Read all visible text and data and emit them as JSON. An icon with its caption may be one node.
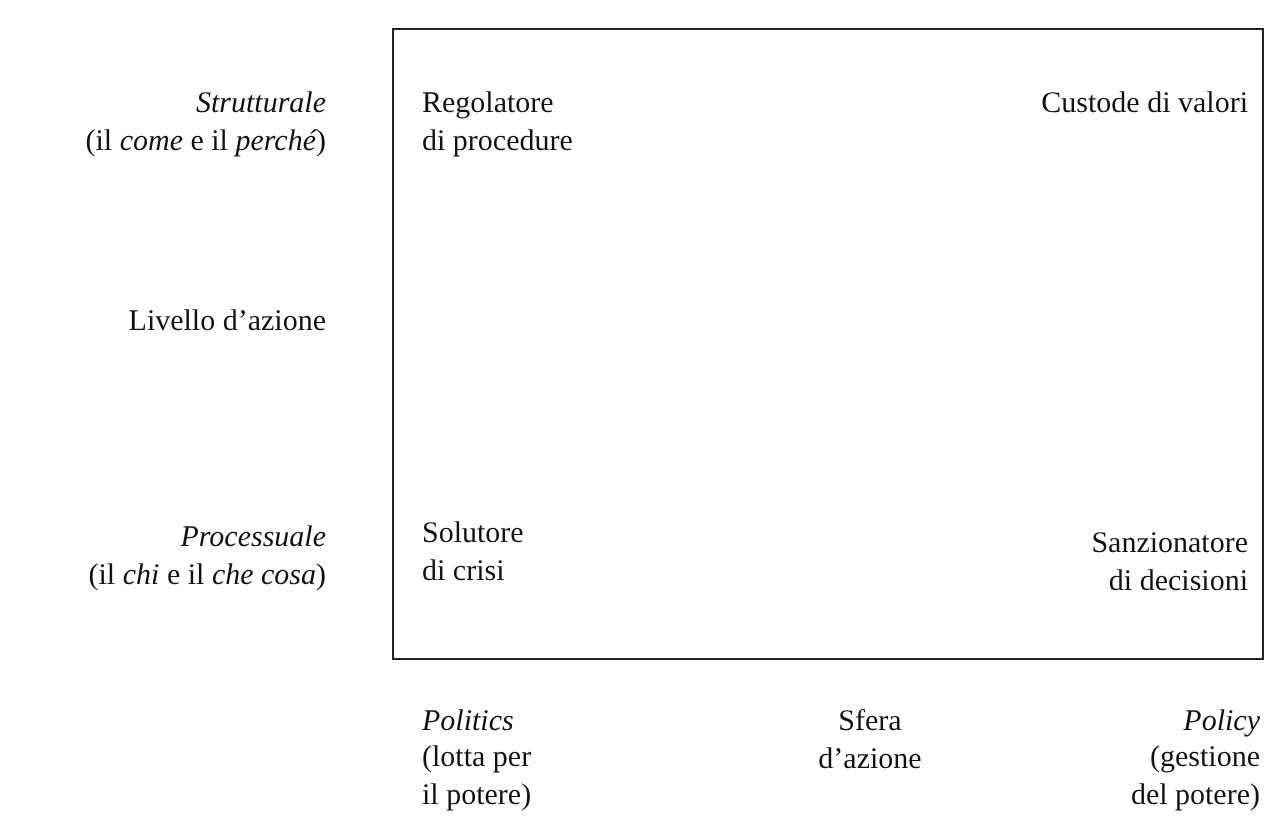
{
  "diagram": {
    "labels": [
      "Strutturale",
      "(il *come* e il *perché*)",
      "Regolatore di procedure",
      "Custode di valori",
      "Livello d’azione",
      "Processuale",
      "(il *chi* e il *che cosa*)",
      "Solutore di crisi",
      "Sanzionatore di decisioni",
      "Politics",
      "(lotta per il potere)",
      "Sfera d’azione",
      "Policy",
      "(gestione del potere)"
    ]
  }
}
